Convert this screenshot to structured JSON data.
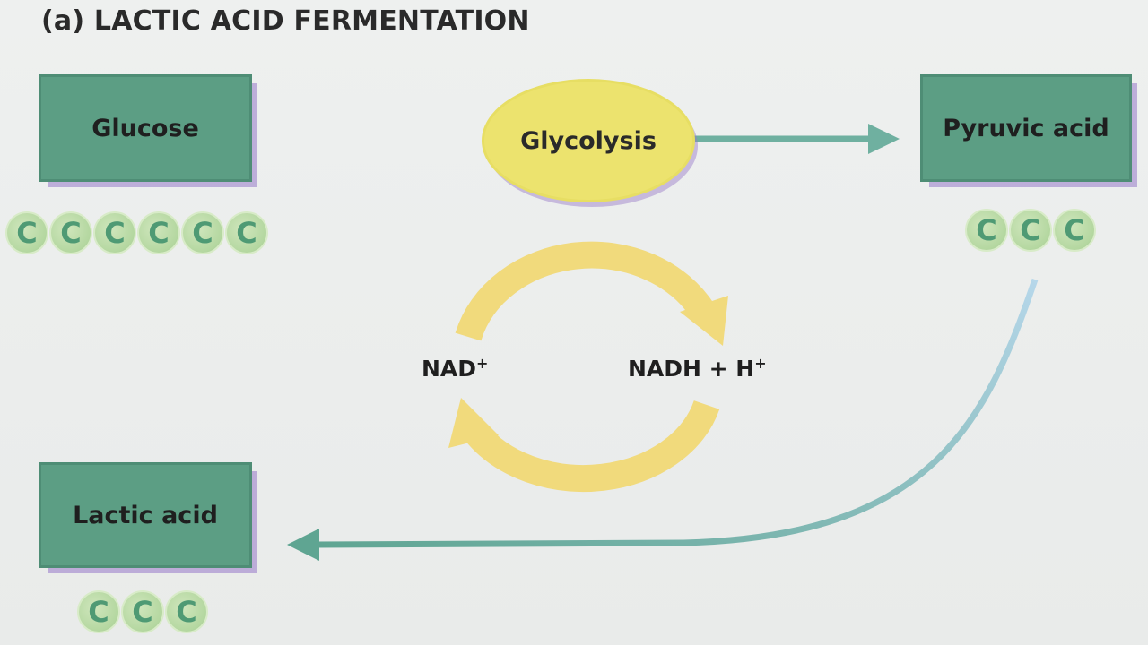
{
  "title": "(a) LACTIC ACID FERMENTATION",
  "nodes": {
    "glucose": "Glucose",
    "glycolysis": "Glycolysis",
    "pyruvic_acid": "Pyruvic acid",
    "lactic_acid": "Lactic acid"
  },
  "carbons": {
    "glucose": [
      "C",
      "C",
      "C",
      "C",
      "C",
      "C"
    ],
    "pyruvic_acid": [
      "C",
      "C",
      "C"
    ],
    "lactic_acid": [
      "C",
      "C",
      "C"
    ]
  },
  "cofactors": {
    "nad": "NAD",
    "nad_charge": "+",
    "nadh": "NADH + H",
    "nadh_charge": "+"
  },
  "colors": {
    "box": "#5c9e84",
    "ellipse": "#ece36e",
    "cycle_arrow": "#f1da7c",
    "flow_arrow": "#6fb0a0",
    "flow_line_light": "#a9cde0"
  }
}
